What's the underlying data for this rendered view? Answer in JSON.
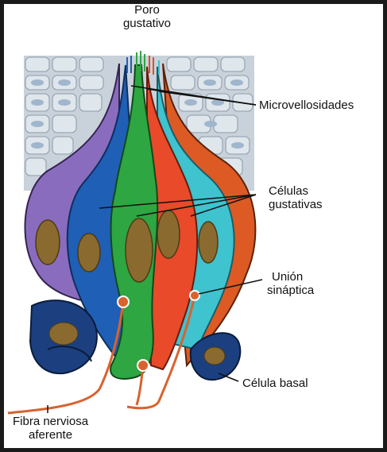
{
  "labels": {
    "poro": [
      "Poro",
      "gustativo"
    ],
    "microvellosidades": "Microvellosidades",
    "celulas": [
      "Células",
      "gustativas"
    ],
    "union": [
      "Unión",
      "sináptica"
    ],
    "basal": "Célula basal",
    "fibra": [
      "Fibra nerviosa",
      "aferente"
    ]
  },
  "colors": {
    "epithelium": "#c9d2da",
    "purple": "#8a6cbf",
    "blue": "#1f5fb5",
    "green": "#2ea642",
    "red": "#e84a2a",
    "cyan": "#3ec3cf",
    "orange": "#dd5a24",
    "navy": "#1c3f7f",
    "nucleus": "#8a6a2e",
    "nerve": "#d9622f"
  }
}
